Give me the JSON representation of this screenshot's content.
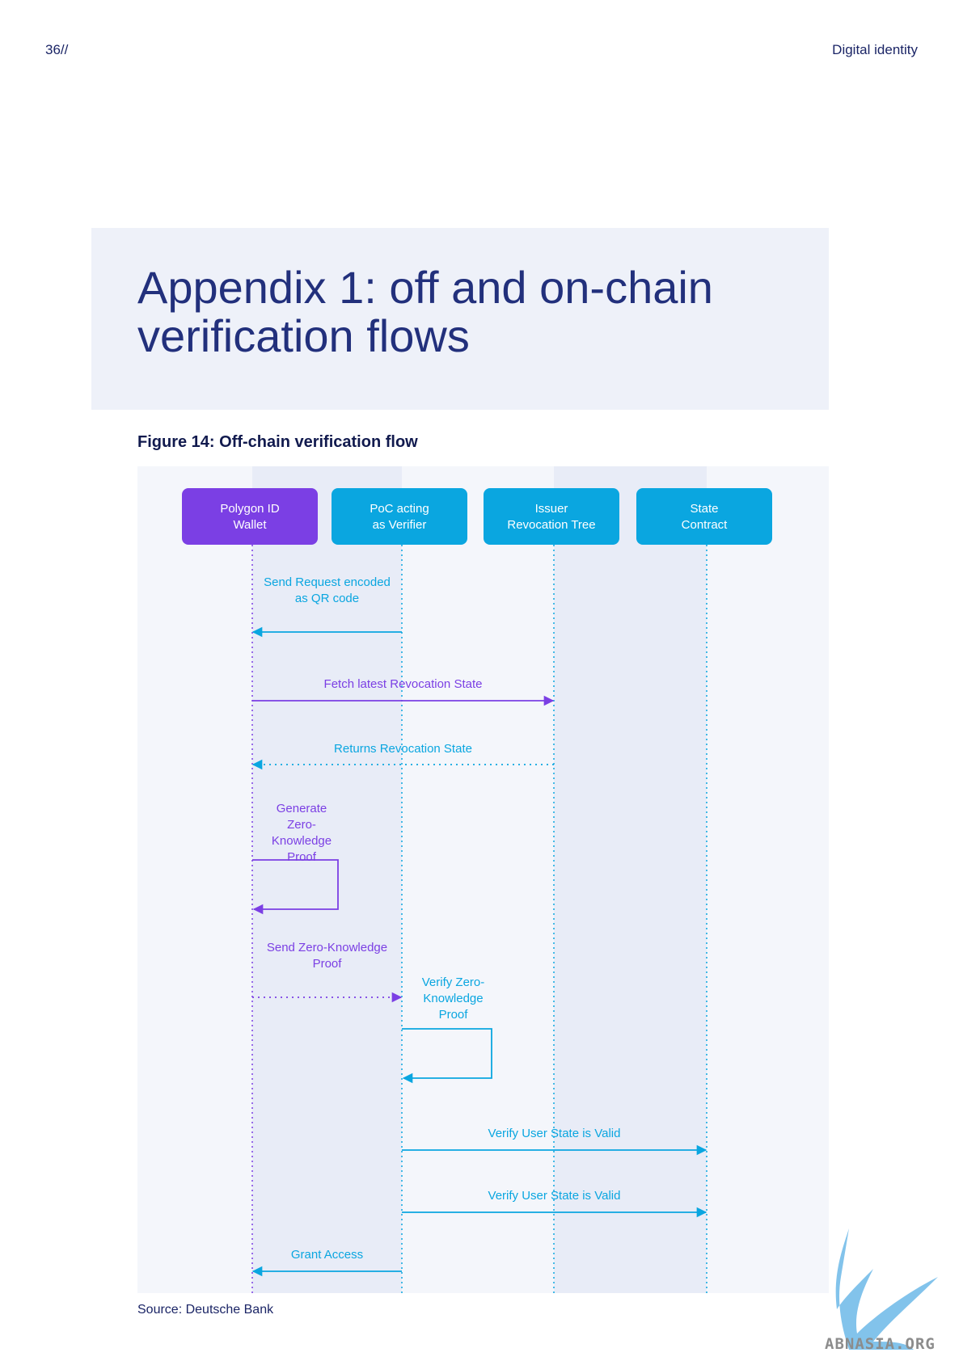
{
  "header": {
    "page_number": "36//",
    "section": "Digital identity"
  },
  "banner": {
    "title_line1": "Appendix 1: off and on-chain",
    "title_line2": "verification flows"
  },
  "figure": {
    "label": "Figure 14:",
    "title": "Off-chain verification flow",
    "source": "Source: Deutsche Bank"
  },
  "colors": {
    "purple": "#7b3fe4",
    "blue": "#0aa6e0",
    "banner_bg": "#eef1f9",
    "diagram_bg": "#f4f6fb",
    "title_text": "#22307c"
  },
  "participants": [
    {
      "id": "wallet",
      "line1": "Polygon ID",
      "line2": "Wallet",
      "color": "#7b3fe4"
    },
    {
      "id": "verifier",
      "line1": "PoC acting",
      "line2": "as Verifier",
      "color": "#0aa6e0"
    },
    {
      "id": "issuer",
      "line1": "Issuer",
      "line2": "Revocation Tree",
      "color": "#0aa6e0"
    },
    {
      "id": "state",
      "line1": "State",
      "line2": "Contract",
      "color": "#0aa6e0"
    }
  ],
  "messages": [
    {
      "from": "verifier",
      "to": "wallet",
      "style": "solid",
      "color": "#0aa6e0",
      "label": [
        "Send Request encoded",
        "as QR code"
      ]
    },
    {
      "from": "wallet",
      "to": "issuer",
      "style": "solid",
      "color": "#7b3fe4",
      "label": [
        "Fetch latest Revocation State"
      ]
    },
    {
      "from": "issuer",
      "to": "wallet",
      "style": "dotted",
      "color": "#0aa6e0",
      "label": [
        "Returns Revocation State"
      ]
    },
    {
      "from": "wallet",
      "to": "wallet",
      "style": "self",
      "color": "#7b3fe4",
      "label": [
        "Generate",
        "Zero-",
        "Knowledge",
        "Proof"
      ]
    },
    {
      "from": "wallet",
      "to": "verifier",
      "style": "dotted",
      "color": "#7b3fe4",
      "label": [
        "Send Zero-Knowledge",
        "Proof"
      ]
    },
    {
      "from": "verifier",
      "to": "verifier",
      "style": "self",
      "color": "#0aa6e0",
      "label": [
        "Verify Zero-",
        "Knowledge",
        "Proof"
      ]
    },
    {
      "from": "verifier",
      "to": "state",
      "style": "solid",
      "color": "#0aa6e0",
      "label": [
        "Verify User State is Valid"
      ]
    },
    {
      "from": "verifier",
      "to": "state",
      "style": "solid",
      "color": "#0aa6e0",
      "label": [
        "Verify User State is Valid"
      ]
    },
    {
      "from": "verifier",
      "to": "wallet",
      "style": "solid",
      "color": "#0aa6e0",
      "label": [
        "Grant Access"
      ]
    }
  ],
  "watermark": "ABNASIA.ORG"
}
